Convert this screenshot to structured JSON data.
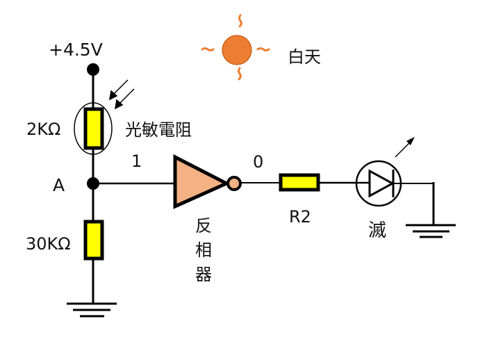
{
  "title": "光敏電阻 反相器 電路 (白天)",
  "labels": {
    "supply": "+4.5V",
    "photoresistor_value": "2KΩ",
    "photoresistor_name": "光敏電阻",
    "node_a": "A",
    "resistor_bottom": "30KΩ",
    "input_logic": "1",
    "output_logic": "0",
    "inverter_1": "反",
    "inverter_2": "相",
    "inverter_3": "器",
    "r2": "R2",
    "led_state": "滅",
    "daytime": "白天"
  },
  "colors": {
    "wire": "#000000",
    "resistor_fill": "#ffff00",
    "inverter_fill": "#f4b183",
    "sun_fill": "#ed7d31",
    "sun_stroke": "#c55a11"
  }
}
